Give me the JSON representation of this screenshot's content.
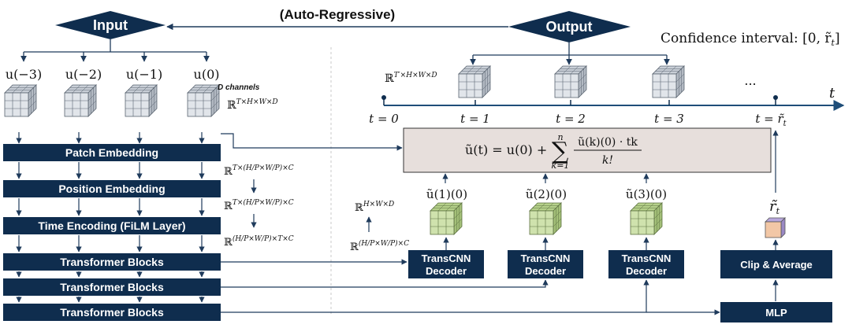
{
  "header": {
    "input_label": "Input",
    "output_label": "Output",
    "autoregressive_label": "(Auto-Regressive)",
    "confidence_label": "Confidence interval: [0, r̃",
    "confidence_sub": "t",
    "confidence_close": "]"
  },
  "inputs": {
    "labels": [
      "u(−3)",
      "u(−2)",
      "u(−1)",
      "u(0)"
    ],
    "channels_note": "D channels",
    "shape_base": "ℝ",
    "shape_exp": "T×H×W×D"
  },
  "encoder": {
    "blocks": [
      "Patch Embedding",
      "Position Embedding",
      "Time Encoding (FiLM Layer)",
      "Transformer Blocks",
      "Transformer Blocks",
      "Transformer Blocks"
    ],
    "shape1_exp": "T×(H/P×W/P)×C",
    "shape2_exp": "T×(H/P×W/P)×C",
    "shape3_exp": "(H/P×W/P)×T×C"
  },
  "timeline": {
    "output_shape_exp": "T′×H×W×D",
    "ellipsis": "...",
    "axis_label": "t",
    "ticks": [
      "t = 0",
      "t = 1",
      "t = 2",
      "t = 3",
      "t = r̃"
    ],
    "last_tick_sub": "t"
  },
  "taylor": {
    "lhs": "ũ(t) = u(0) +",
    "sum_top": "n",
    "sum_bottom": "k=1",
    "numerator": "ũ(k)(0) · tk",
    "denominator": "k!"
  },
  "decoders": {
    "hidden_shape_exp": "H×W×D",
    "latent_shape_exp": "(H/P×W/P)×C",
    "derivative_labels": [
      "ũ(1)(0)",
      "ũ(2)(0)",
      "ũ(3)(0)"
    ],
    "block_line1": "TransCNN",
    "block_line2": "Decoder"
  },
  "confidence_head": {
    "rt_label": "r̃",
    "rt_sub": "t",
    "clip_label": "Clip & Average",
    "mlp_label": "MLP"
  },
  "colors": {
    "navy": "#0f2d4e",
    "cube_gray": "#d8dde3",
    "cube_green": "#c9dfa5",
    "cube_orange": "#f2c7a6",
    "cube_purple": "#b8a7dd",
    "taylor_fill": "#e7dfdc"
  }
}
